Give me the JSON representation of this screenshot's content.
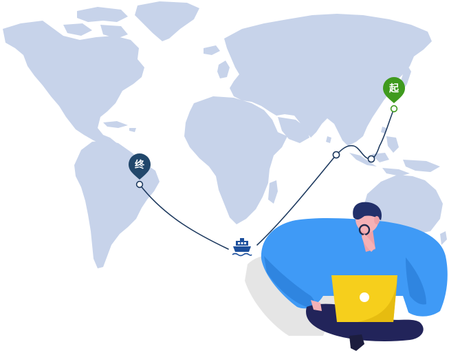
{
  "route": {
    "origin": {
      "label": "起",
      "color": "#3f9a1e"
    },
    "destination": {
      "label": "终",
      "color": "#21476b"
    },
    "line_color": "#1e3a5f",
    "vessel_icon": "ship-icon",
    "vessel_color": "#1c4f9c"
  },
  "map": {
    "land_color": "#c7d3ea",
    "background": "#ffffff"
  },
  "illustration": {
    "figure": "person-with-laptop",
    "sweater_color": "#3f9af6",
    "laptop_color": "#f6cf1c",
    "pants_color": "#22245a",
    "shadow_color": "#e5e5e5"
  }
}
